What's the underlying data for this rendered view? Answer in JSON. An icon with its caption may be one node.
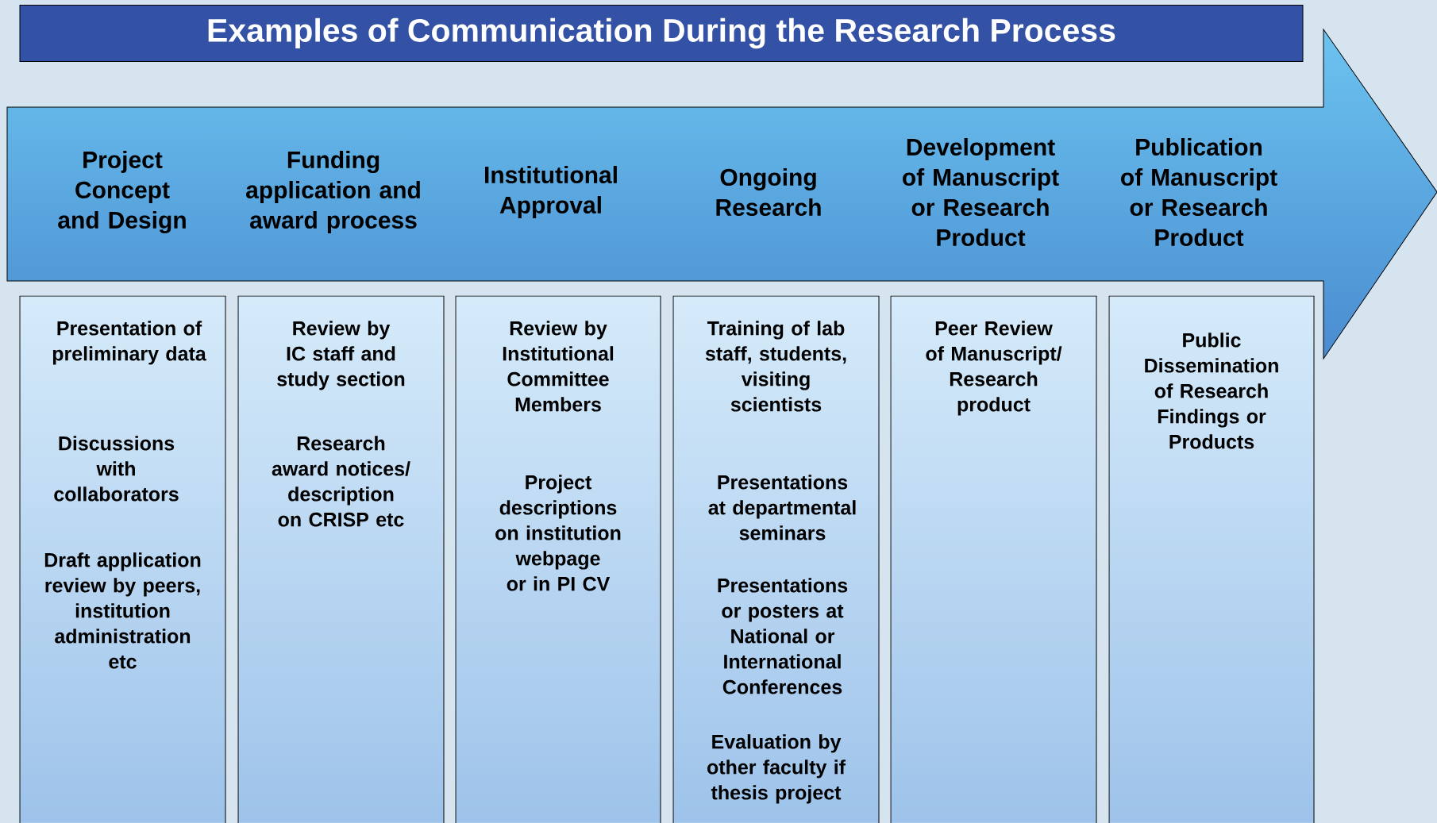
{
  "diagram": {
    "title": "Examples of Communication During the Research Process",
    "nodes": [
      {
        "text": [
          "Project Concept and Design",
          "Funding application and award process",
          "Institutional Approval",
          "Ongoing Research",
          "Development of Manuscript or Research Product",
          "Publication of Manuscript or Research Product"
        ]
      },
      {
        "text": [
          "Presentation of preliminary data",
          "Discussions with collaborators",
          "Draft application review by peers, institution administration etc"
        ]
      },
      {
        "text": [
          "Review by IC staff and study section",
          "Research award notices/ description on CRISP etc"
        ]
      },
      {
        "text": [
          "Review by Institutional Committee Members",
          "Project descriptions on institution webpage or in PI CV"
        ]
      },
      {
        "text": [
          "Training of lab staff, students, visiting scientists",
          "Presentations at departmental seminars",
          "Presentations or posters at National or International Conferences",
          "Evaluation by other faculty if thesis project"
        ]
      },
      {
        "text": [
          "Peer Review of Manuscript/ Research product"
        ]
      },
      {
        "text": [
          "Public Dissemination of Research Findings or Products"
        ]
      }
    ]
  }
}
